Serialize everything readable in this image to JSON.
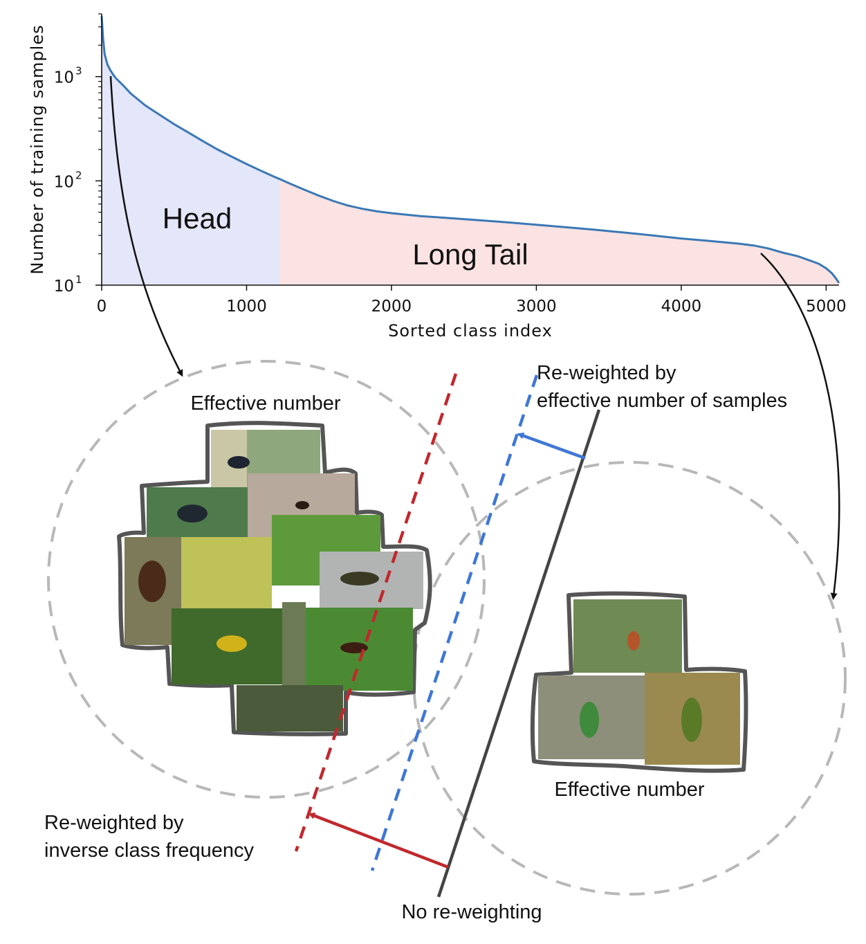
{
  "chart_data": {
    "type": "area",
    "xlabel": "Sorted class index",
    "ylabel": "Number of training samples",
    "xlim": [
      0,
      5089
    ],
    "ylim": [
      10,
      4000
    ],
    "yscale": "log",
    "grid": false,
    "xticks": [
      0,
      1000,
      2000,
      3000,
      4000,
      5000
    ],
    "yticks": [
      {
        "value": 10,
        "base": "10",
        "exp": "1"
      },
      {
        "value": 100,
        "base": "10",
        "exp": "2"
      },
      {
        "value": 1000,
        "base": "10",
        "exp": "3"
      }
    ],
    "line_color": "#3a78b5",
    "series": [
      {
        "x": [
          0,
          10,
          20,
          40,
          60,
          80,
          100,
          150,
          200,
          300,
          400,
          500,
          600,
          700,
          800,
          900,
          1000,
          1100,
          1200,
          1230,
          1300,
          1400,
          1500,
          1600,
          1700,
          1800,
          1900,
          2000,
          2200,
          2400,
          2600,
          2800,
          3000,
          3200,
          3400,
          3600,
          3800,
          4000,
          4200,
          4400,
          4500,
          4600,
          4700,
          4800,
          4900,
          4950,
          5000,
          5040,
          5070,
          5089
        ],
        "y": [
          3800,
          2300,
          1650,
          1300,
          1150,
          1040,
          960,
          820,
          690,
          530,
          430,
          350,
          290,
          240,
          200,
          170,
          145,
          125,
          108,
          104,
          94,
          82,
          72,
          64,
          58,
          54,
          51,
          49,
          46,
          44,
          42,
          40,
          38,
          36,
          34,
          32,
          30,
          28,
          26.5,
          25,
          24,
          22.5,
          20.5,
          19,
          17,
          16,
          14.5,
          13,
          11.5,
          10.5
        ]
      }
    ],
    "regions": [
      {
        "name": "Head",
        "x_range": [
          0,
          1230
        ],
        "color": "#e4e6f9"
      },
      {
        "name": "Long Tail",
        "x_range": [
          1230,
          5089
        ],
        "color": "#fbe3e3"
      }
    ]
  },
  "labels": {
    "head": "Head",
    "long_tail": "Long Tail",
    "effective_number_left": "Effective number",
    "effective_number_right": "Effective number",
    "reweight_effective_line1": "Re-weighted by",
    "reweight_effective_line2": "effective number of samples",
    "reweight_inverse_line1": "Re-weighted by",
    "reweight_inverse_line2": "inverse class frequency",
    "no_reweighting": "No re-weighting"
  },
  "colors": {
    "red": "#c0282d",
    "blue": "#3f77d6",
    "dark": "#444444",
    "dash_gray": "#b8b8b8"
  }
}
